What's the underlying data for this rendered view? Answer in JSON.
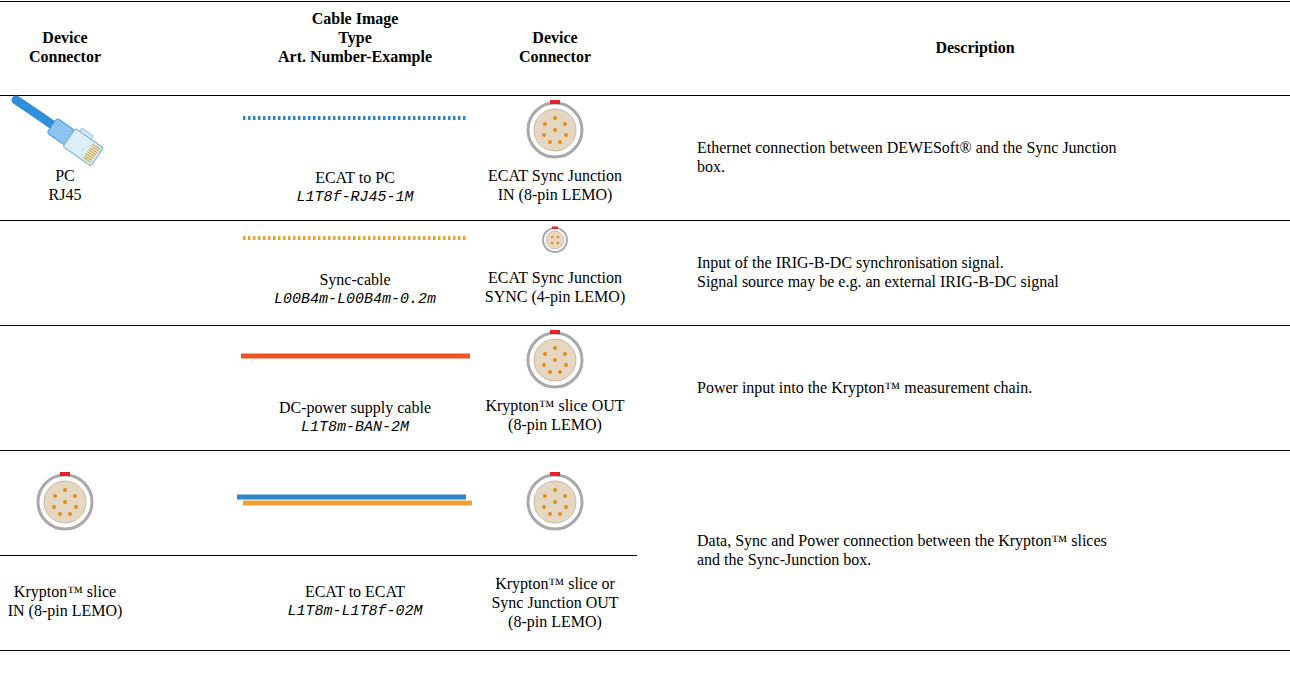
{
  "diagram": {
    "labels": [
      "Device Connector",
      "Cable Image",
      "Type",
      "Art. Number-Example",
      "Device Connector",
      "Description",
      "PC RJ45",
      "ECAT to PC",
      "L1T8f-RJ45-1M",
      "ECAT Sync Junction IN (8-pin LEMO)",
      "Ethernet connection between DEWESoft® and the Sync Junction box.",
      "Sync-cable",
      "L00B4m-L00B4m-0.2m",
      "ECAT Sync Junction SYNC (4-pin LEMO)",
      "Input of the IRIG-B-DC synchronisation signal.",
      "Signal source may be e.g. an external IRIG-B-DC signal",
      "DC-power supply cable",
      "L1T8m-BAN-2M",
      "Krypton™ slice OUT (8-pin LEMO)",
      "Power input into the Krypton™ measurement chain.",
      "Krypton™ slice IN (8-pin LEMO)",
      "ECAT to ECAT",
      "L1T8m-L1T8f-02M",
      "Krypton™ slice or Sync Junction OUT (8-pin LEMO)",
      "Data, Sync and Power connection between the Krypton™ slices and the Sync-Junction box."
    ]
  }
}
